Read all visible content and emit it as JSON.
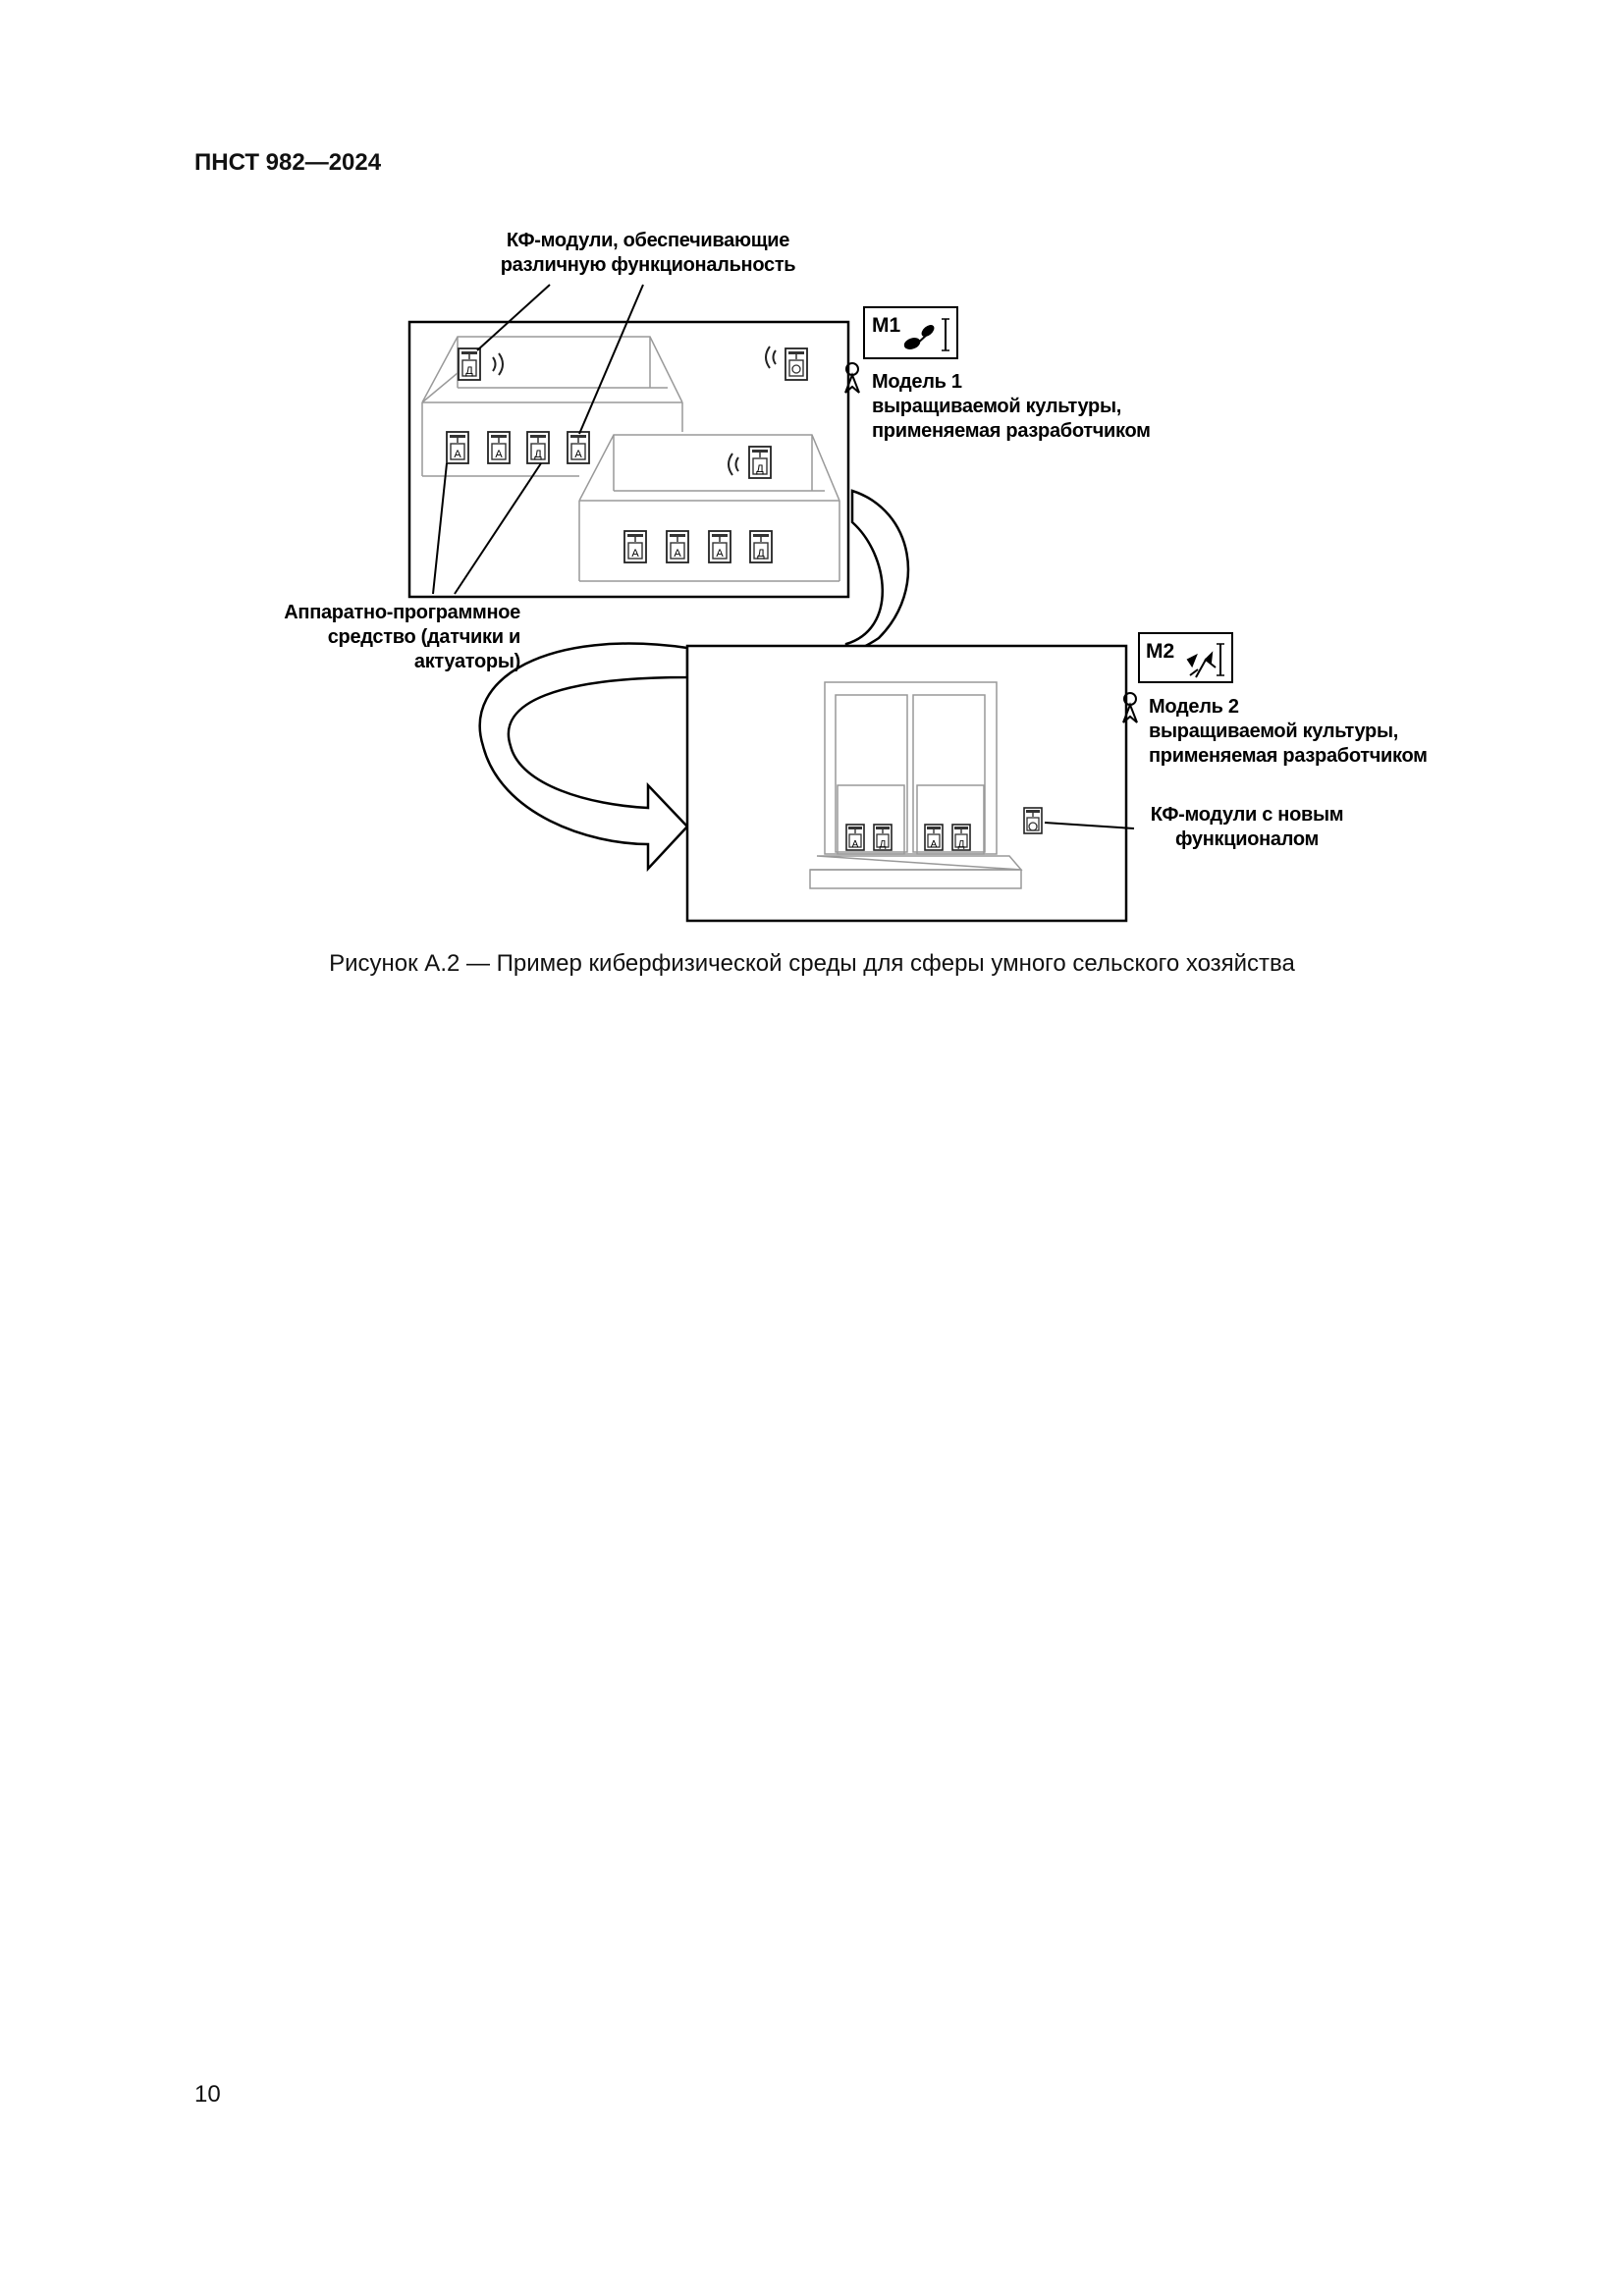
{
  "document": {
    "header": "ПНСТ 982—2024",
    "page_number": "10",
    "caption": "Рисунок А.2 — Пример киберфизической среды для сферы умного сельского хозяйства"
  },
  "figure": {
    "labels": {
      "cf_modules": [
        "КФ-модули, обеспечивающие",
        "различную функциональность"
      ],
      "model1": [
        "Модель 1",
        "выращиваемой культуры,",
        "применяемая разработчиком"
      ],
      "hardware": [
        "Аппаратно-программное",
        "средство (датчики и",
        "актуаторы)"
      ],
      "model2": [
        "Модель 2",
        "выращиваемой культуры,",
        "применяемая разработчиком"
      ],
      "new_modules": [
        "КФ-модули с новым",
        "функционалом"
      ]
    },
    "model_box_1": "M1",
    "model_box_2": "M2",
    "module_letters": {
      "sensor": "Д",
      "actuator": "А"
    },
    "icons": [
      "developer-person-icon",
      "plant-icon",
      "wireless-signal-icon",
      "cf-module-icon",
      "transition-arrow-icon"
    ]
  }
}
